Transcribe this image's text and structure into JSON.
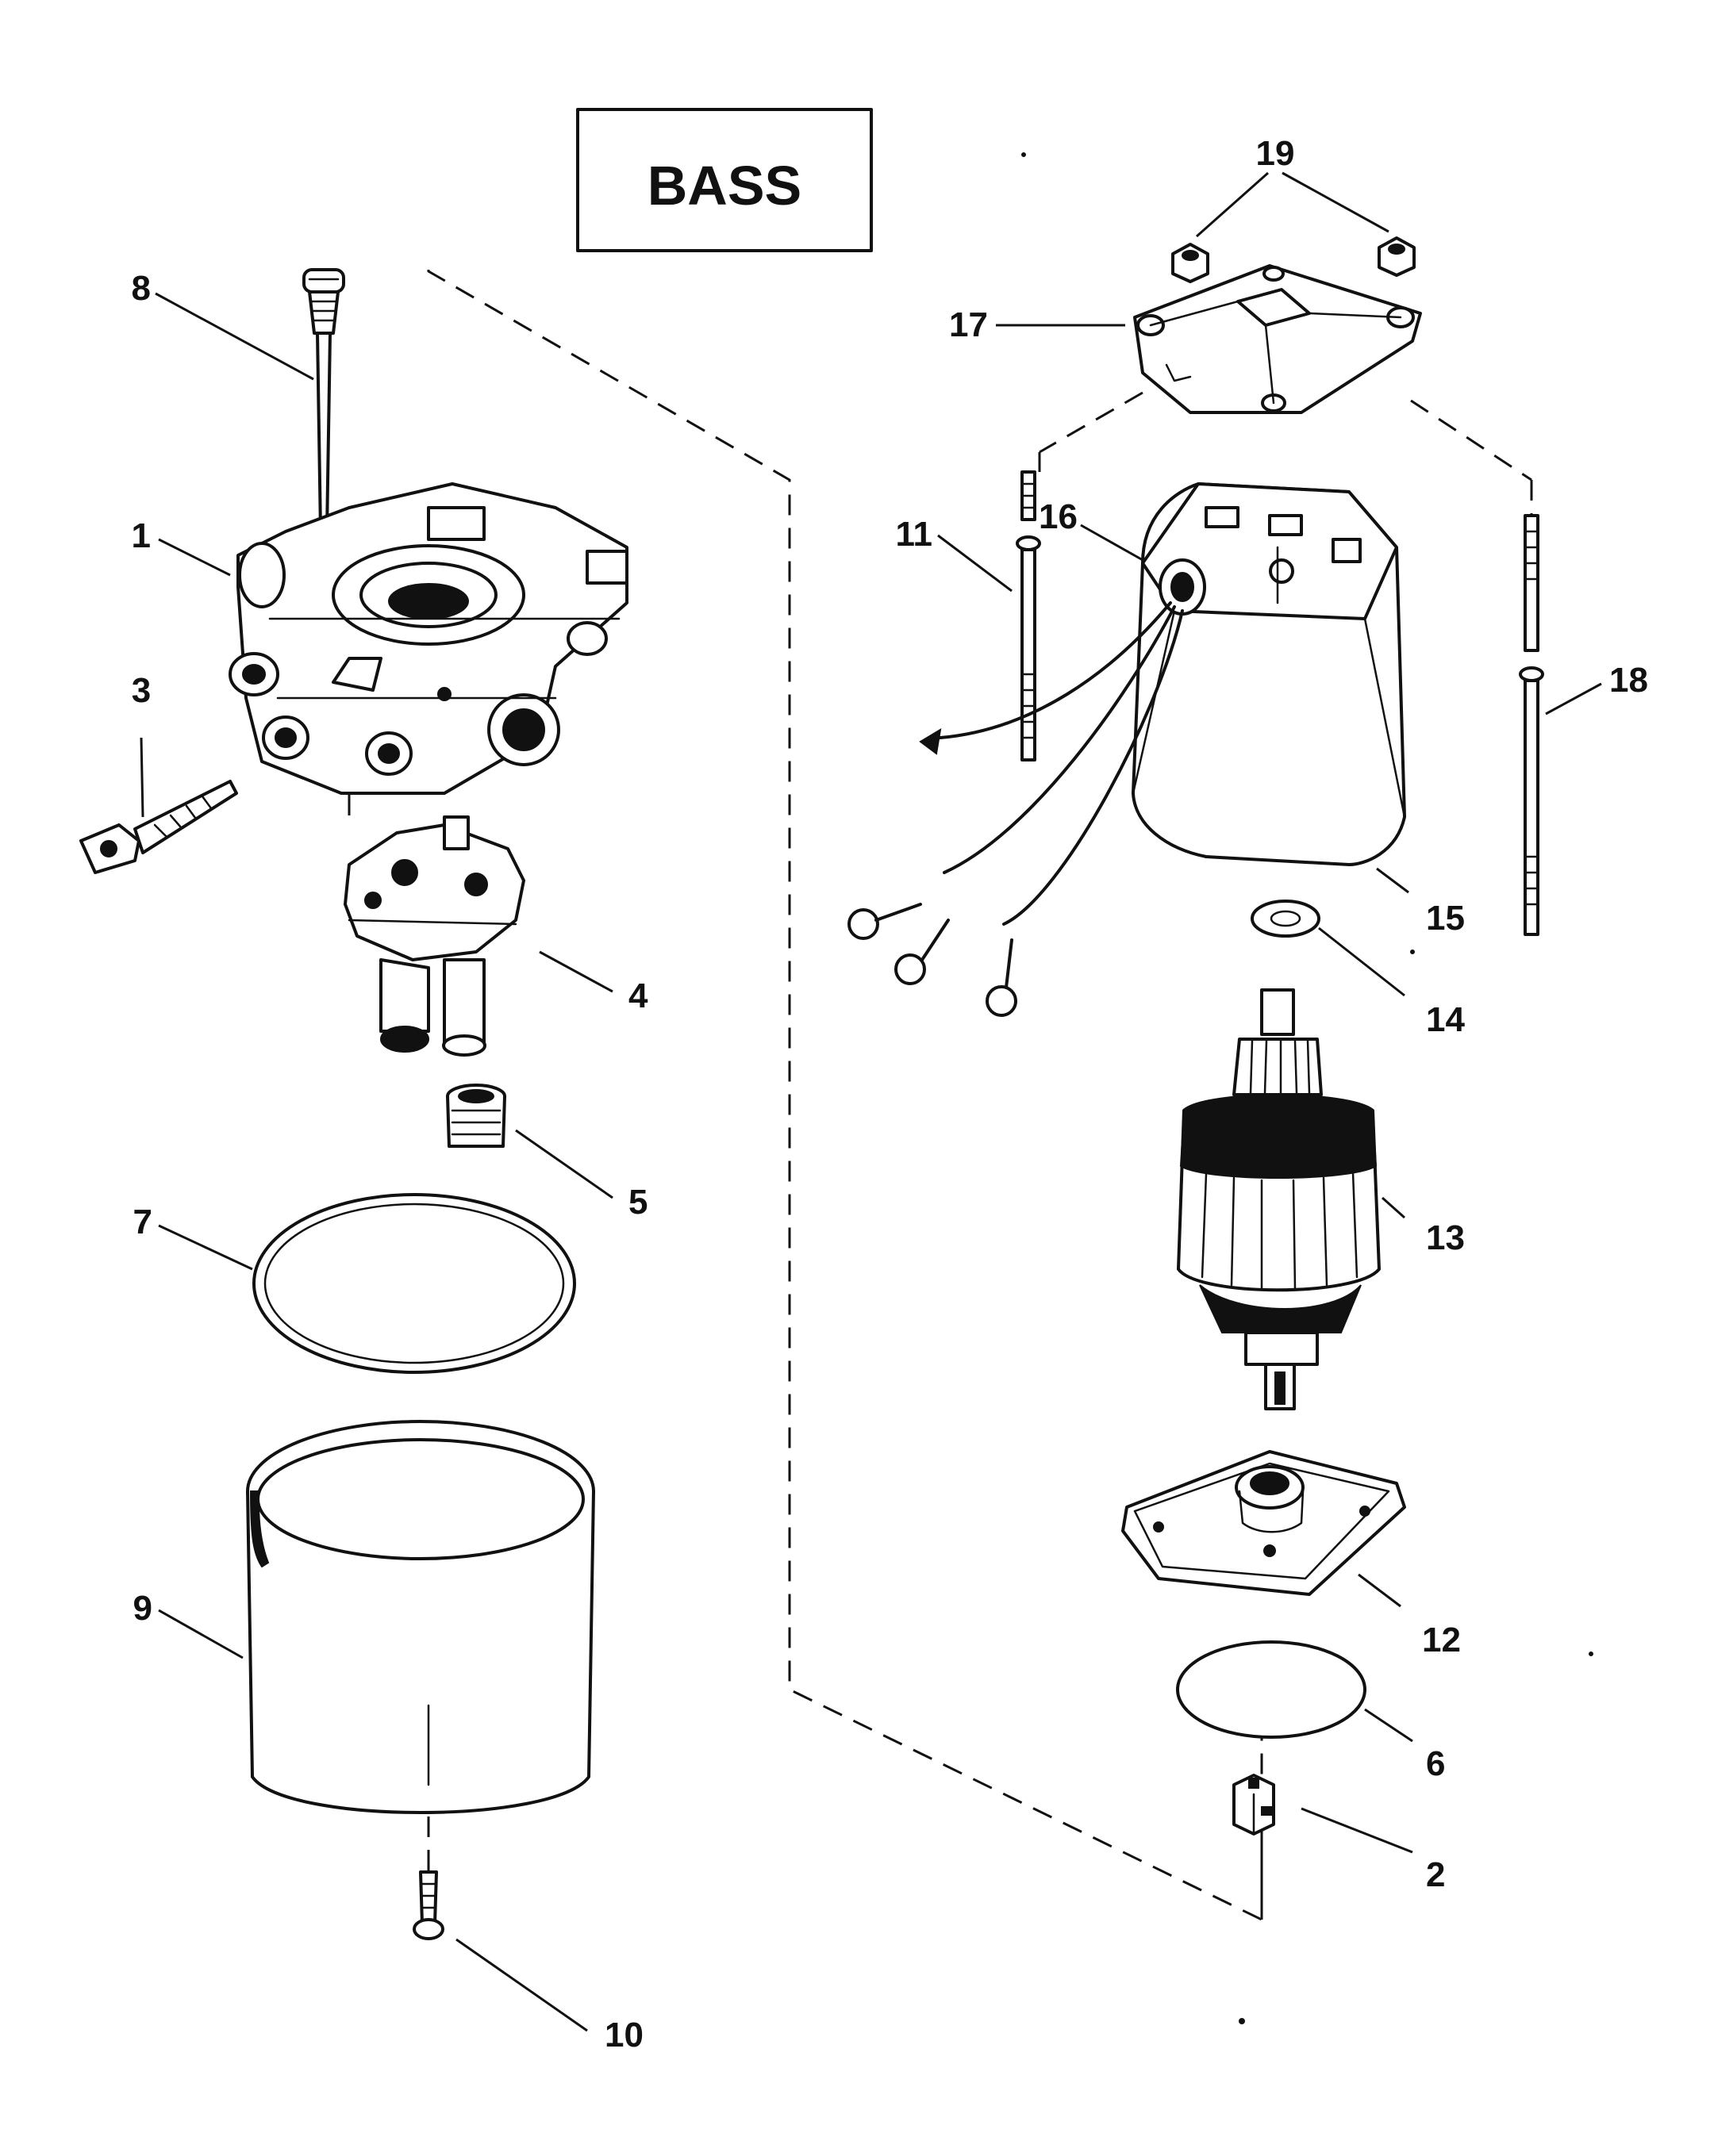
{
  "title": "BASS",
  "callouts": {
    "c1": "1",
    "c2": "2",
    "c3": "3",
    "c4": "4",
    "c5": "5",
    "c6": "6",
    "c7": "7",
    "c8": "8",
    "c9": "9",
    "c10": "10",
    "c11": "11",
    "c12": "12",
    "c13": "13",
    "c14": "14",
    "c15": "15",
    "c16": "16",
    "c17": "17",
    "c18": "18",
    "c19": "19"
  }
}
